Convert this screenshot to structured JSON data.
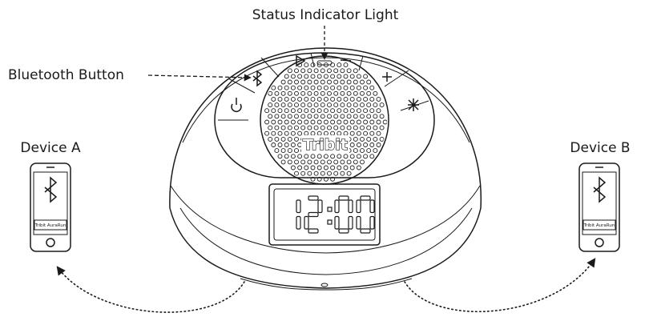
{
  "labels": {
    "status_indicator": "Status Indicator Light",
    "bluetooth_button": "Bluetooth Button",
    "device_a": "Device A",
    "device_b": "Device B"
  },
  "speaker": {
    "brand": "Tribit",
    "clock": "12:00"
  },
  "phone_screen_label": "Tribit AuraRun"
}
